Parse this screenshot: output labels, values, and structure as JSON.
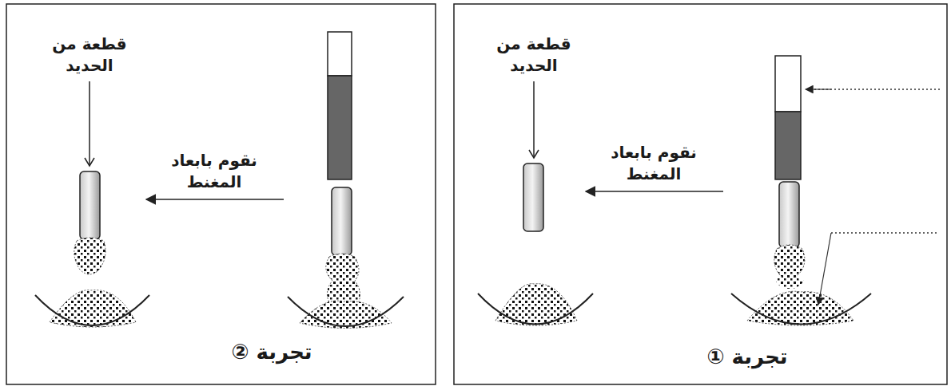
{
  "diagram": {
    "labels": [
      "قطعة من الحديد",
      "نقوم بابعاد المغنط",
      "تجربة ①",
      "قطعة من الحديد",
      "نقوم بابعاد المغنط",
      "تجربة ②"
    ]
  }
}
